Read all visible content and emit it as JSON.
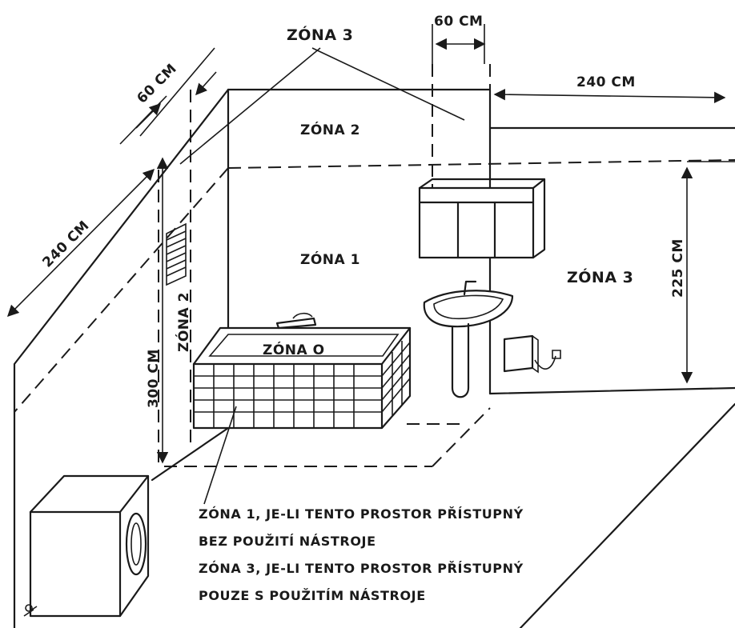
{
  "zones": {
    "zone0": "ZÓNA O",
    "zone1": "ZÓNA 1",
    "zone2_back": "ZÓNA 2",
    "zone2_side": "ZÓNA 2",
    "zone3_top": "ZÓNA 3",
    "zone3_right": "ZÓNA 3"
  },
  "dimensions": {
    "top_width": "60 CM",
    "left_width": "60 CM",
    "right_length": "240 CM",
    "left_length": "240 CM",
    "height_300": "300 CM",
    "height_225": "225 CM"
  },
  "notes": {
    "line1": "ZÓNA 1, JE-LI TENTO PROSTOR PŘÍSTUPNÝ",
    "line2": "BEZ POUŽITÍ NÁSTROJE",
    "line3": "ZÓNA 3, JE-LI TENTO PROSTOR PŘÍSTUPNÝ",
    "line4": "POUZE S POUŽITÍM NÁSTROJE"
  }
}
